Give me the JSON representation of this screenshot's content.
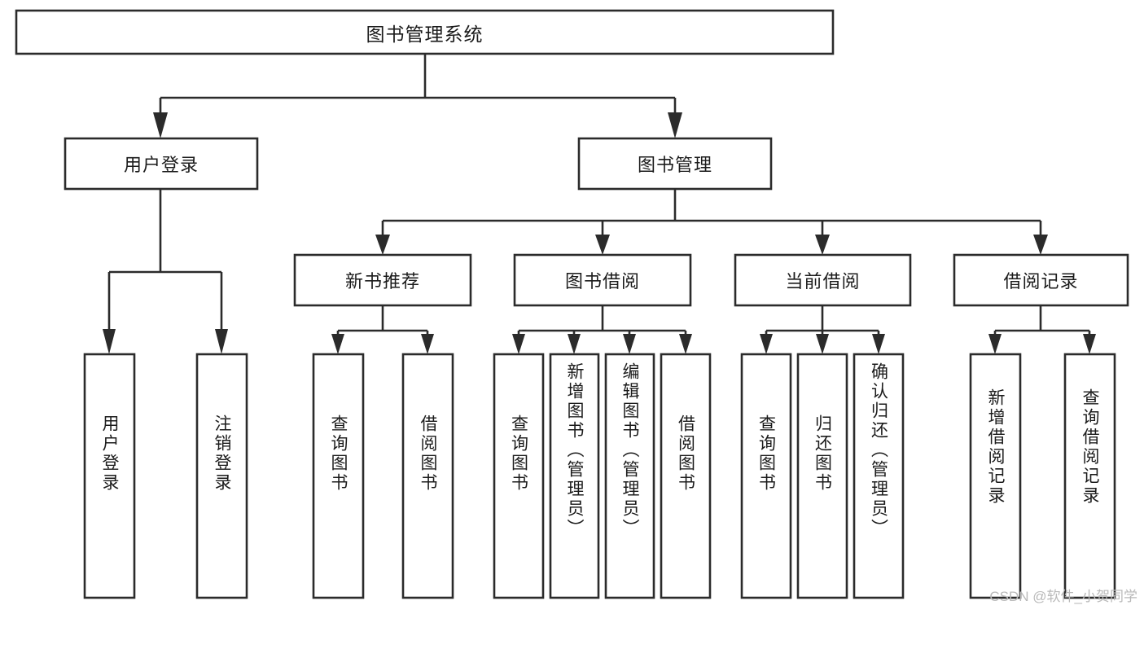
{
  "diagram": {
    "type": "tree",
    "title_node": "图书管理系统",
    "orientation": "top-down",
    "watermark": "CSDN @软件_小贺同学",
    "colors": {
      "stroke": "#2b2b2b",
      "fill": "#ffffff",
      "text": "#1b1b1b",
      "watermark": "#b9b9b9"
    },
    "nodes": {
      "root": {
        "label": "图书管理系统"
      },
      "level1": [
        {
          "id": "user-login",
          "label": "用户登录"
        },
        {
          "id": "book-management",
          "label": "图书管理"
        }
      ],
      "level2": [
        {
          "id": "new-book-recommend",
          "label": "新书推荐",
          "parent": "book-management"
        },
        {
          "id": "book-borrow",
          "label": "图书借阅",
          "parent": "book-management"
        },
        {
          "id": "current-borrow",
          "label": "当前借阅",
          "parent": "book-management"
        },
        {
          "id": "borrow-record",
          "label": "借阅记录",
          "parent": "book-management"
        }
      ],
      "leaves": [
        {
          "id": "leaf-user-login",
          "label": "用户登录",
          "parent": "user-login"
        },
        {
          "id": "leaf-logout-login",
          "label": "注销登录",
          "parent": "user-login"
        },
        {
          "id": "leaf-query-book-1",
          "label": "查询图书",
          "parent": "new-book-recommend"
        },
        {
          "id": "leaf-borrow-book-1",
          "label": "借阅图书",
          "parent": "new-book-recommend"
        },
        {
          "id": "leaf-query-book-2",
          "label": "查询图书",
          "parent": "book-borrow"
        },
        {
          "id": "leaf-add-book",
          "label": "新增图书（管理员）",
          "parent": "book-borrow"
        },
        {
          "id": "leaf-edit-book",
          "label": "编辑图书（管理员）",
          "parent": "book-borrow"
        },
        {
          "id": "leaf-borrow-book-2",
          "label": "借阅图书",
          "parent": "book-borrow"
        },
        {
          "id": "leaf-query-book-3",
          "label": "查询图书",
          "parent": "current-borrow"
        },
        {
          "id": "leaf-return-book",
          "label": "归还图书",
          "parent": "current-borrow"
        },
        {
          "id": "leaf-confirm-return",
          "label": "确认归还（管理员）",
          "parent": "current-borrow"
        },
        {
          "id": "leaf-add-record",
          "label": "新增借阅记录",
          "parent": "borrow-record"
        },
        {
          "id": "leaf-query-record",
          "label": "查询借阅记录",
          "parent": "borrow-record"
        }
      ]
    }
  }
}
